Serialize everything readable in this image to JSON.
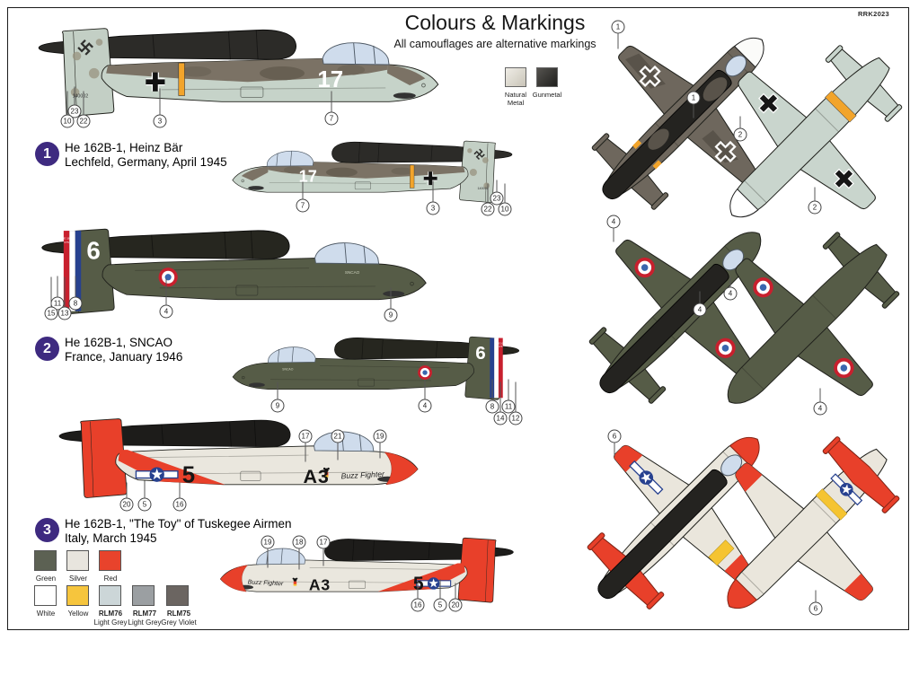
{
  "page": {
    "title": "Colours & Markings",
    "subtitle": "All camouflages are alternative markings",
    "code": "RRK2023"
  },
  "materials": [
    {
      "label_line1": "Natural",
      "label_line2": "Metal",
      "color": "#ded9d0"
    },
    {
      "label_line1": "Gunmetal",
      "label_line2": "",
      "color": "#3c3c3a"
    }
  ],
  "schemes": [
    {
      "number": "1",
      "title": "He 162B-1, Heinz Bär",
      "subtitle": "Lechfeld, Germany, April 1945",
      "tactical_number": "17",
      "serial": "140002"
    },
    {
      "number": "2",
      "title": "He 162B-1, SNCAO",
      "subtitle": "France, January 1946",
      "tactical_number": "6",
      "rudder_text_line1": "HE 162",
      "rudder_text_line2": "N°6",
      "fuselage_text": "SNCAO"
    },
    {
      "number": "3",
      "title": "He 162B-1, \"The Toy\" of Tuskegee Airmen",
      "subtitle": "Italy, March 1945",
      "code": "A3",
      "tactical_number": "5",
      "nose_art": "Buzz Fighter"
    }
  ],
  "palette": [
    {
      "label1": "Green",
      "label2": "",
      "color": "#5c6153"
    },
    {
      "label1": "Silver",
      "label2": "",
      "color": "#e8e5de"
    },
    {
      "label1": "Red",
      "label2": "",
      "color": "#e8432c"
    },
    {
      "label1": "White",
      "label2": "",
      "color": "#ffffff"
    },
    {
      "label1": "Yellow",
      "label2": "",
      "color": "#f6c53d"
    },
    {
      "label1": "RLM76",
      "label2": "Light Grey",
      "color": "#ccd6d8"
    },
    {
      "label1": "RLM77",
      "label2": "Light Grey",
      "color": "#9b9fa2"
    },
    {
      "label1": "RLM75",
      "label2": "Grey Violet",
      "color": "#6b6561"
    }
  ],
  "callouts": {
    "s1a": [
      "23",
      "10",
      "22",
      "3",
      "7"
    ],
    "s1b": [
      "7",
      "3",
      "22",
      "23",
      "10"
    ],
    "s2a": [
      "11",
      "8",
      "15",
      "13",
      "4",
      "9"
    ],
    "s2b": [
      "9",
      "4",
      "8",
      "11",
      "14",
      "12"
    ],
    "s3a": [
      "17",
      "21",
      "19",
      "20",
      "5",
      "16"
    ],
    "s3b": [
      "19",
      "18",
      "17",
      "16",
      "5",
      "20"
    ],
    "plan1": [
      "1",
      "1",
      "2",
      "2"
    ],
    "plan2": [
      "4",
      "4",
      "4",
      "4"
    ],
    "plan3": [
      "6",
      "6"
    ]
  }
}
